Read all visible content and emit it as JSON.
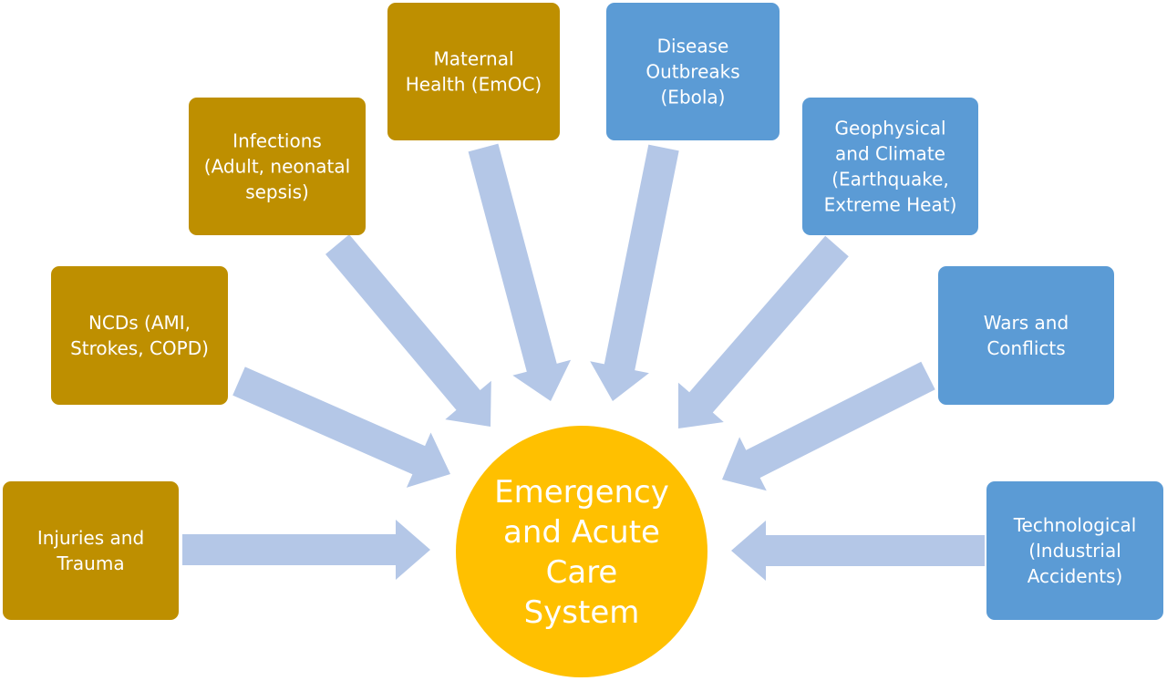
{
  "colors": {
    "left_group": "#be8f00",
    "right_group": "#5b9bd5",
    "center": "#ffc000",
    "arrow": "#b4c7e7",
    "text": "#ffffff"
  },
  "center": {
    "lines": [
      "Emergency",
      "and Acute",
      "Care",
      "System"
    ]
  },
  "boxes": [
    {
      "id": "injuries",
      "group": "left",
      "lines": [
        "Injuries and",
        "Trauma"
      ]
    },
    {
      "id": "ncds",
      "group": "left",
      "lines": [
        "NCDs (AMI,",
        "Strokes, COPD)"
      ]
    },
    {
      "id": "infections",
      "group": "left",
      "lines": [
        "Infections",
        "(Adult, neonatal",
        "sepsis)"
      ]
    },
    {
      "id": "maternal",
      "group": "left",
      "lines": [
        "Maternal",
        "Health (EmOC)"
      ]
    },
    {
      "id": "disease",
      "group": "right",
      "lines": [
        "Disease",
        "Outbreaks",
        "(Ebola)"
      ]
    },
    {
      "id": "geophysical",
      "group": "right",
      "lines": [
        "Geophysical",
        "and Climate",
        "(Earthquake,",
        "Extreme Heat)"
      ]
    },
    {
      "id": "wars",
      "group": "right",
      "lines": [
        "Wars and",
        "Conflicts"
      ]
    },
    {
      "id": "technological",
      "group": "right",
      "lines": [
        "Technological",
        "(Industrial",
        "Accidents)"
      ]
    }
  ]
}
